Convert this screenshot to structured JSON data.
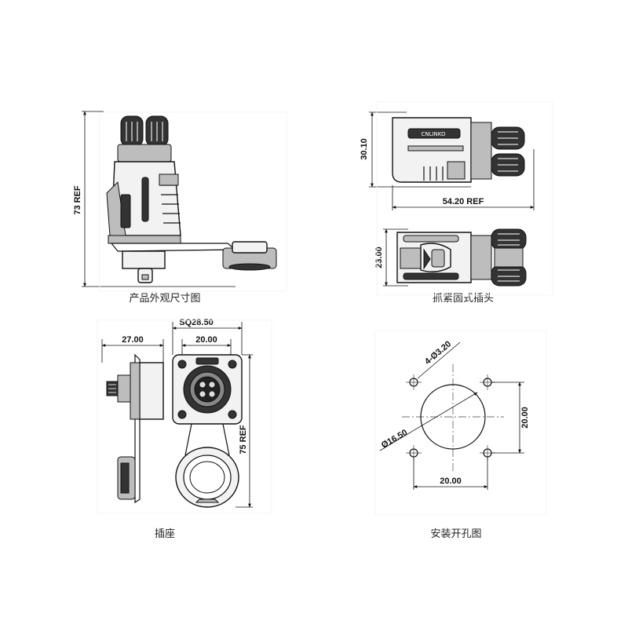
{
  "views": {
    "product_outline": {
      "caption": "产品外观尺寸图",
      "height_dim": "73 REF"
    },
    "plug": {
      "caption": "抓紧固式插头",
      "top_height_dim": "30.10",
      "length_dim": "54.20 REF",
      "bottom_height_dim": "23.00"
    },
    "socket": {
      "caption": "插座",
      "side_width_dim": "27.00",
      "square_dim": "SQ28.50",
      "inner_dim": "20.00",
      "height_dim": "75 REF"
    },
    "panel_cutout": {
      "caption": "安装开孔图",
      "hole_dim": "4-Ø3.20",
      "diameter_dim": "Ø16.50",
      "vertical_dim": "20.00",
      "horizontal_dim": "20.00"
    }
  },
  "brand_mark": "CNLINKO"
}
